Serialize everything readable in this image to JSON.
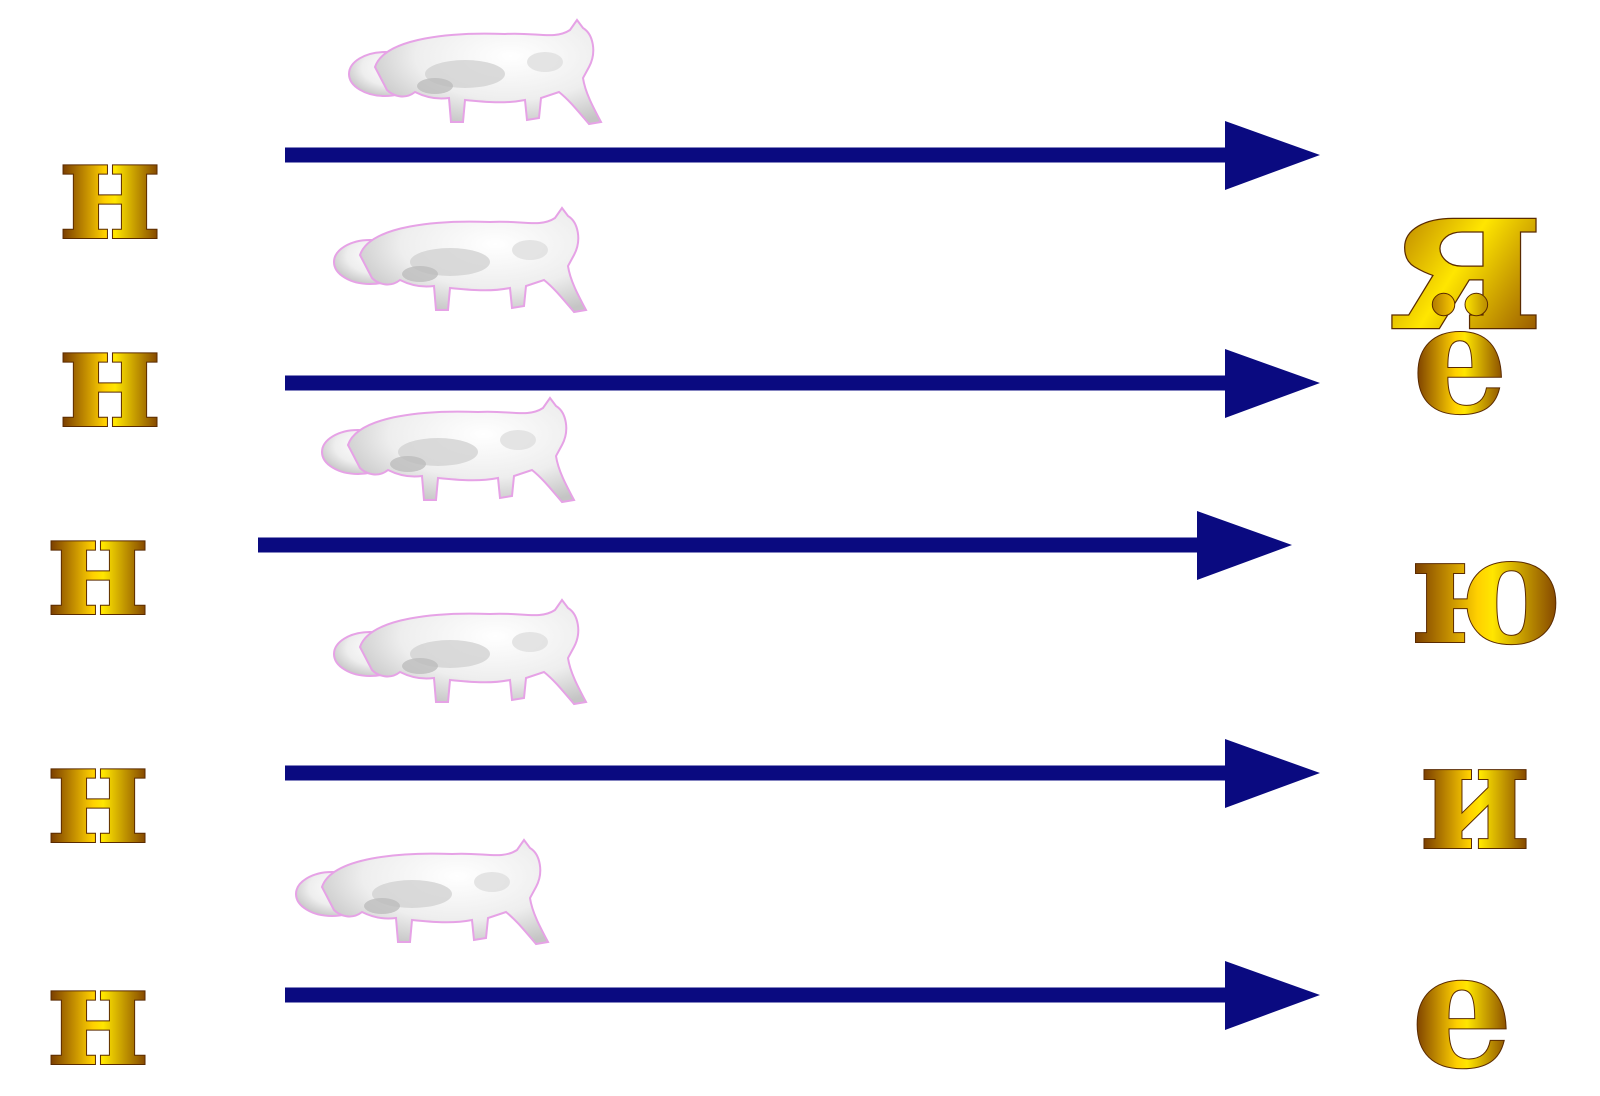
{
  "left_letters": [
    "н",
    "н",
    "н",
    "н",
    "н"
  ],
  "right_letters": [
    "я",
    "ё",
    "ю",
    "и",
    "е"
  ],
  "colors": {
    "arrow": "#0a0a80",
    "letter_dark": "#7a3a00",
    "letter_light": "#ffe600",
    "letter_outline": "#5a2a00",
    "cat_body": "#f2f2f2",
    "cat_shadow": "#c9c9c9",
    "cat_outline": "#e8a0e8"
  },
  "icons": {
    "cat": "walking-white-cat-icon",
    "arrow": "right-arrow-icon"
  }
}
